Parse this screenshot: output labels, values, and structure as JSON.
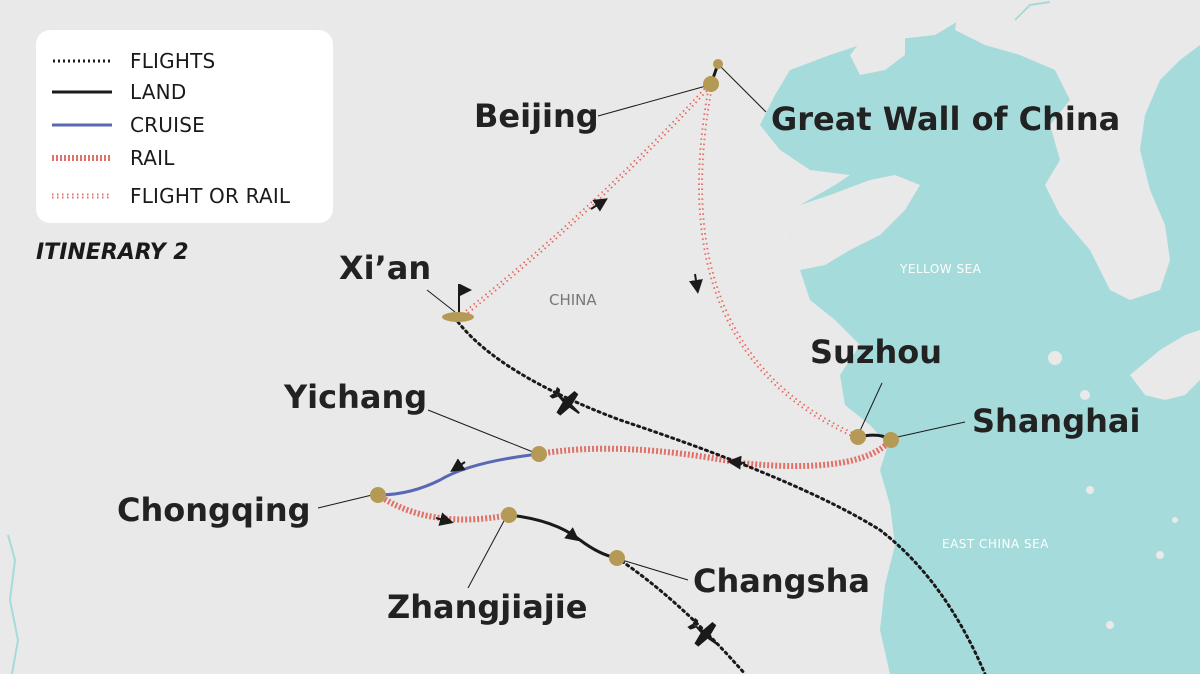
{
  "legend": {
    "flights": "FLIGHTS",
    "land": "LAND",
    "cruise": "CRUISE",
    "rail": "RAIL",
    "flight_or_rail": "FLIGHT OR RAIL"
  },
  "title": "ITINERARY 2",
  "regions": {
    "country": "CHINA",
    "yellow_sea": "YELLOW SEA",
    "east_china_sea": "EAST CHINA SEA"
  },
  "cities": {
    "beijing": "Beijing",
    "great_wall": "Great Wall of China",
    "xian": "Xi’an",
    "suzhou": "Suzhou",
    "shanghai": "Shanghai",
    "yichang": "Yichang",
    "chongqing": "Chongqing",
    "zhangjiajie": "Zhangjiajie",
    "changsha": "Changsha"
  },
  "colors": {
    "land_bg": "#e9e9e9",
    "sea": "#a6dbdb",
    "marker": "#b59a55",
    "rail": "#e07068",
    "cruise": "#5a67b5",
    "line": "#1a1a1a"
  }
}
